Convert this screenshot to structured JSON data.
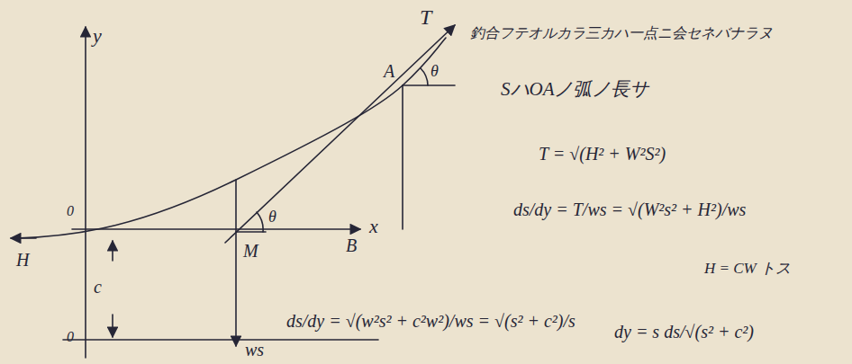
{
  "diagram": {
    "labels": [
      "y",
      "T",
      "釣合フテオルカラ三カハ一点ニ会セネバナラヌ",
      "A",
      "θ",
      "SハOAノ弧ノ長サ",
      "T = √(H² + W²S²)",
      "0",
      "x",
      "B",
      "θ",
      "ds/dy = T/ws = √(W²s² + H²)/ws",
      "H",
      "c",
      "M",
      "H = CW トス",
      "0",
      "ds/dy = √(w²s² + c²w²)/ws = √(s² + c²)/s",
      "dy = s ds/√(s² + c²)",
      "ws"
    ]
  }
}
